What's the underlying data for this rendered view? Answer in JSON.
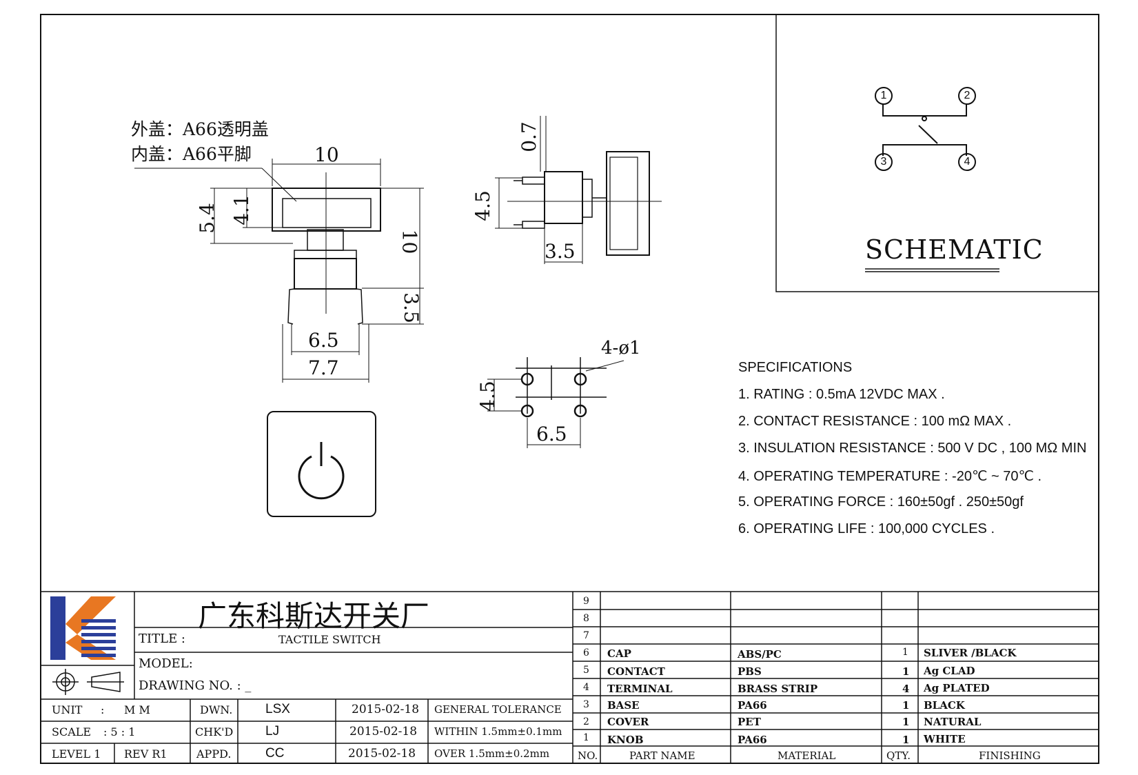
{
  "labels": {
    "outer_cap": "外盖：A66透明盖",
    "inner_cap": "内盖：A66平脚"
  },
  "dimensions": {
    "d10_top": "10",
    "d5_4": "5.4",
    "d4_1": "4.1",
    "d10_side": "10",
    "d3_5_side": "3.5",
    "d6_5": "6.5",
    "d7_7": "7.7",
    "d0_7": "0.7",
    "d4_5": "4.5",
    "d3_5": "3.5",
    "hole": "4-ø1",
    "pcb_4_5": "4.5",
    "pcb_6_5": "6.5"
  },
  "schematic": {
    "title": "SCHEMATIC",
    "pins": [
      "1",
      "2",
      "3",
      "4"
    ]
  },
  "specifications": {
    "heading": "SPECIFICATIONS",
    "items": [
      "1. RATING : 0.5mA 12VDC MAX .",
      "2. CONTACT RESISTANCE : 100 mΩ MAX .",
      "3. INSULATION RESISTANCE : 500 V DC , 100 MΩ MIN",
      "4. OPERATING TEMPERATURE : -20℃ ~ 70℃ .",
      "5. OPERATING FORCE : 160±50gf . 250±50gf",
      "6. OPERATING LIFE : 100,000 CYCLES ."
    ]
  },
  "title_block": {
    "company": "广东科斯达开关厂",
    "title_label": "TITLE :",
    "title_value": "TACTILE SWITCH",
    "model_label": "MODEL:",
    "drawing_label": "DRAWING NO.  : _",
    "unit_label": "UNIT",
    "unit_colon": ":",
    "unit_value": "M M",
    "scale_label": "SCALE",
    "scale_value": ":   5  :  1",
    "level_label": "LEVEL 1",
    "rev_label": "REV   R1",
    "rows": [
      {
        "role": "DWN.",
        "name": "LSX",
        "date": "2015-02-18",
        "tol": "GENERAL  TOLERANCE"
      },
      {
        "role": "CHK'D",
        "name": "LJ",
        "date": "2015-02-18",
        "tol": "WITHIN  1.5mm±0.1mm"
      },
      {
        "role": "APPD.",
        "name": "CC",
        "date": "2015-02-18",
        "tol": "OVER    1.5mm±0.2mm"
      }
    ]
  },
  "bom": {
    "headers": {
      "no": "NO.",
      "part": "PART   NAME",
      "material": "MATERIAL",
      "qty": "QTY.",
      "finishing": "FINISHING"
    },
    "rows": [
      {
        "no": "9",
        "part": "",
        "material": "",
        "qty": "",
        "finishing": ""
      },
      {
        "no": "8",
        "part": "",
        "material": "",
        "qty": "",
        "finishing": ""
      },
      {
        "no": "7",
        "part": "",
        "material": "",
        "qty": "",
        "finishing": ""
      },
      {
        "no": "6",
        "part": "CAP",
        "material": "ABS/PC",
        "qty": "1",
        "finishing": "SLIVER /BLACK"
      },
      {
        "no": "5",
        "part": "CONTACT",
        "material": "PBS",
        "qty": "1",
        "finishing": "Ag CLAD"
      },
      {
        "no": "4",
        "part": "TERMINAL",
        "material": "BRASS STRIP",
        "qty": "4",
        "finishing": "Ag PLATED"
      },
      {
        "no": "3",
        "part": "BASE",
        "material": "PA66",
        "qty": "1",
        "finishing": "BLACK"
      },
      {
        "no": "2",
        "part": "COVER",
        "material": "PET",
        "qty": "1",
        "finishing": "NATURAL"
      },
      {
        "no": "1",
        "part": "KNOB",
        "material": "PA66",
        "qty": "1",
        "finishing": "WHITE"
      }
    ]
  }
}
